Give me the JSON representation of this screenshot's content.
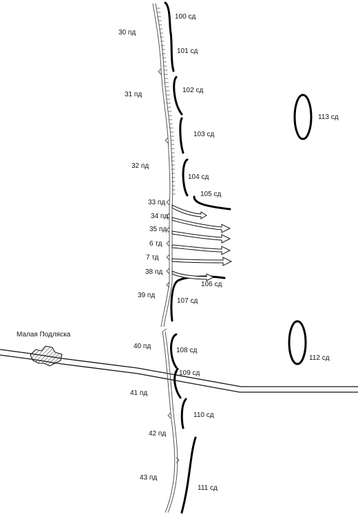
{
  "town": {
    "name": "Малая Подляска"
  },
  "ellipses": [
    {
      "id": "113",
      "label": "113 сд"
    },
    {
      "id": "112",
      "label": "112 сд"
    }
  ],
  "units_pd": [
    {
      "id": "30",
      "label": "30 пд"
    },
    {
      "id": "31",
      "label": "31 пд"
    },
    {
      "id": "32",
      "label": "32 пд"
    },
    {
      "id": "33",
      "label": "33 пд"
    },
    {
      "id": "34",
      "label": "34 пд"
    },
    {
      "id": "35",
      "label": "35 пд"
    },
    {
      "id": "6t",
      "label": "6 тд"
    },
    {
      "id": "7t",
      "label": "7 тд"
    },
    {
      "id": "38",
      "label": "38 пд"
    },
    {
      "id": "39",
      "label": "39 пд"
    },
    {
      "id": "40",
      "label": "40 пд"
    },
    {
      "id": "41",
      "label": "41 пд"
    },
    {
      "id": "42",
      "label": "42 пд"
    },
    {
      "id": "43",
      "label": "43 пд"
    }
  ],
  "units_sd": [
    {
      "id": "100",
      "label": "100 сд"
    },
    {
      "id": "101",
      "label": "101 сд"
    },
    {
      "id": "102",
      "label": "102 сд"
    },
    {
      "id": "103",
      "label": "103 сд"
    },
    {
      "id": "104",
      "label": "104 сд"
    },
    {
      "id": "105",
      "label": "105 сд"
    },
    {
      "id": "106",
      "label": "106 сд"
    },
    {
      "id": "107",
      "label": "107 сд"
    },
    {
      "id": "108",
      "label": "108 сд"
    },
    {
      "id": "109",
      "label": "109 сд"
    },
    {
      "id": "110",
      "label": "110 сд"
    },
    {
      "id": "111",
      "label": "111 сд"
    }
  ]
}
